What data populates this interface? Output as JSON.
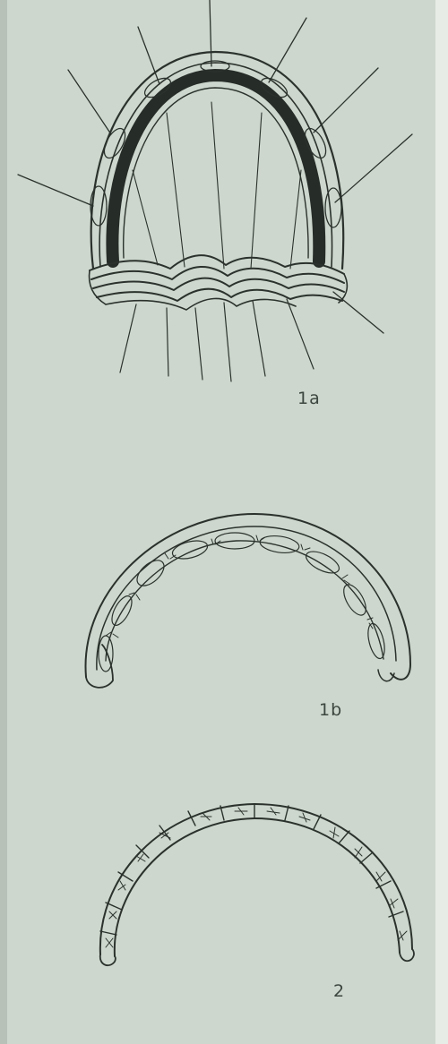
{
  "figures": [
    {
      "id": "1a",
      "label": "1a"
    },
    {
      "id": "1b",
      "label": "1b"
    },
    {
      "id": "2",
      "label": "2"
    }
  ],
  "colors": {
    "background": "#cdd7cd",
    "ink": "#2b322d",
    "dark_band": "#262c28"
  }
}
